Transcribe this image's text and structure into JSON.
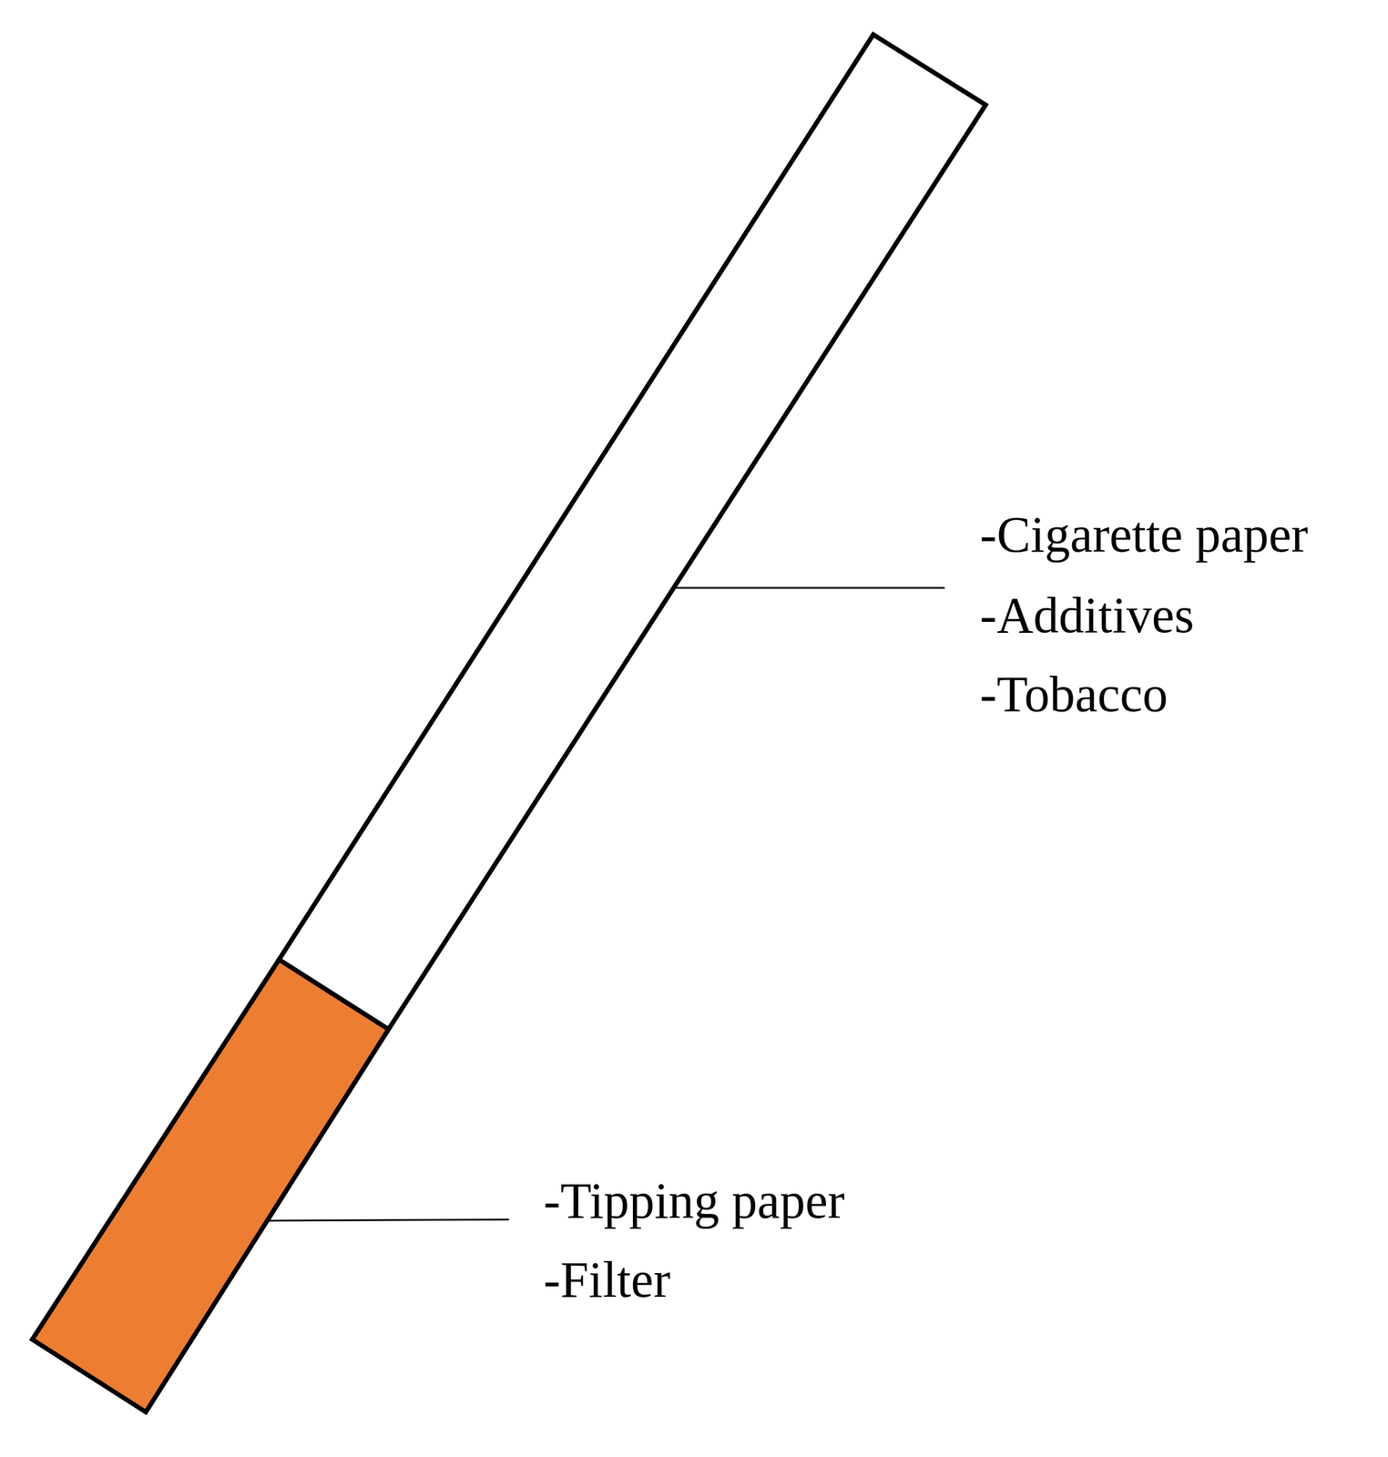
{
  "diagram": {
    "labels": [
      "-Cigarette paper",
      "-Additives",
      "-Tobacco",
      "-Tipping paper",
      "-Filter"
    ]
  }
}
